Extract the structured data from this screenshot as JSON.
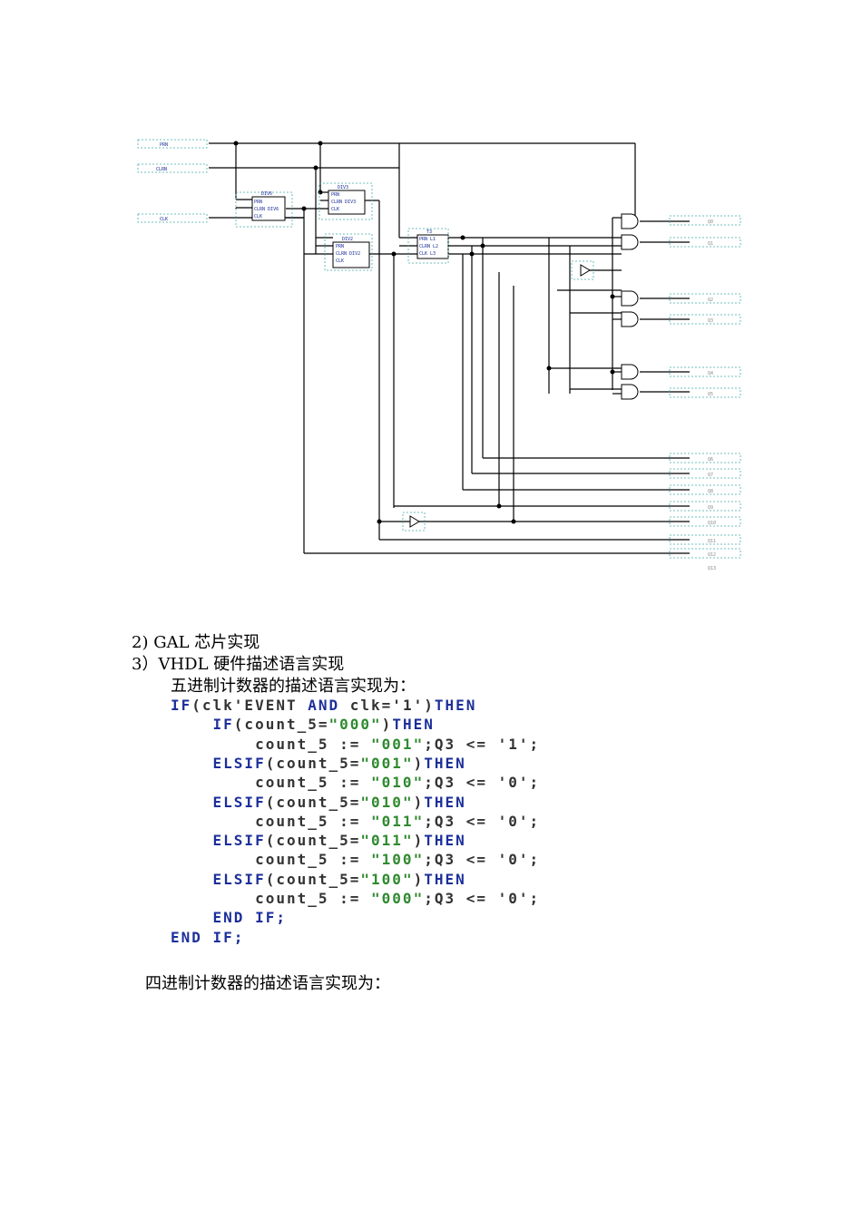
{
  "schematic": {
    "inputs": [
      "PRN",
      "CLRN",
      "CLK"
    ],
    "blocks": [
      "DIV6",
      "DIV3",
      "DIV2",
      "T3"
    ],
    "block_pins": {
      "DIV6": [
        "PRN",
        "CLRN DIV6",
        "CLK"
      ],
      "DIV3": [
        "PRN",
        "CLRN DIV3",
        "CLK"
      ],
      "DIV2": [
        "PRN",
        "CLRN DIV2",
        "CLK"
      ],
      "T3": [
        "PRN L1",
        "CLRN L2",
        "CLK L3"
      ]
    },
    "outputs": [
      "Q0",
      "Q1",
      "Q2",
      "Q3",
      "Q4",
      "Q5",
      "Q6",
      "Q7",
      "Q8",
      "Q9",
      "Q10",
      "Q11",
      "Q12",
      "Q13"
    ]
  },
  "doc": {
    "item2": "2)  GAL 芯片实现",
    "item3": "3）VHDL 硬件描述语言实现",
    "intro5": "五进制计数器的描述语言实现为：",
    "intro4": "四进制计数器的描述语言实现为："
  },
  "code": [
    [
      {
        "t": "IF",
        "c": "kw"
      },
      {
        "t": "(clk'EVENT ",
        "c": "pl"
      },
      {
        "t": "AND",
        "c": "kw"
      },
      {
        "t": " clk='1')",
        "c": "pl"
      },
      {
        "t": "THEN",
        "c": "kw"
      }
    ],
    [
      {
        "t": "    ",
        "c": "pl"
      },
      {
        "t": "IF",
        "c": "kw"
      },
      {
        "t": "(count_5=",
        "c": "pl"
      },
      {
        "t": "\"000\"",
        "c": "st"
      },
      {
        "t": ")",
        "c": "pl"
      },
      {
        "t": "THEN",
        "c": "kw"
      }
    ],
    [
      {
        "t": "        count_5 := ",
        "c": "pl"
      },
      {
        "t": "\"001\"",
        "c": "st"
      },
      {
        "t": ";Q3 <= '1';",
        "c": "pl"
      }
    ],
    [
      {
        "t": "    ",
        "c": "pl"
      },
      {
        "t": "ELSIF",
        "c": "kw"
      },
      {
        "t": "(count_5=",
        "c": "pl"
      },
      {
        "t": "\"001\"",
        "c": "st"
      },
      {
        "t": ")",
        "c": "pl"
      },
      {
        "t": "THEN",
        "c": "kw"
      }
    ],
    [
      {
        "t": "        count_5 := ",
        "c": "pl"
      },
      {
        "t": "\"010\"",
        "c": "st"
      },
      {
        "t": ";Q3 <= '0';",
        "c": "pl"
      }
    ],
    [
      {
        "t": "    ",
        "c": "pl"
      },
      {
        "t": "ELSIF",
        "c": "kw"
      },
      {
        "t": "(count_5=",
        "c": "pl"
      },
      {
        "t": "\"010\"",
        "c": "st"
      },
      {
        "t": ")",
        "c": "pl"
      },
      {
        "t": "THEN",
        "c": "kw"
      }
    ],
    [
      {
        "t": "        count_5 := ",
        "c": "pl"
      },
      {
        "t": "\"011\"",
        "c": "st"
      },
      {
        "t": ";Q3 <= '0';",
        "c": "pl"
      }
    ],
    [
      {
        "t": "    ",
        "c": "pl"
      },
      {
        "t": "ELSIF",
        "c": "kw"
      },
      {
        "t": "(count_5=",
        "c": "pl"
      },
      {
        "t": "\"011\"",
        "c": "st"
      },
      {
        "t": ")",
        "c": "pl"
      },
      {
        "t": "THEN",
        "c": "kw"
      }
    ],
    [
      {
        "t": "        count_5 := ",
        "c": "pl"
      },
      {
        "t": "\"100\"",
        "c": "st"
      },
      {
        "t": ";Q3 <= '0';",
        "c": "pl"
      }
    ],
    [
      {
        "t": "    ",
        "c": "pl"
      },
      {
        "t": "ELSIF",
        "c": "kw"
      },
      {
        "t": "(count_5=",
        "c": "pl"
      },
      {
        "t": "\"100\"",
        "c": "st"
      },
      {
        "t": ")",
        "c": "pl"
      },
      {
        "t": "THEN",
        "c": "kw"
      }
    ],
    [
      {
        "t": "        count_5 := ",
        "c": "pl"
      },
      {
        "t": "\"000\"",
        "c": "st"
      },
      {
        "t": ";Q3 <= '0';",
        "c": "pl"
      }
    ],
    [
      {
        "t": "    ",
        "c": "pl"
      },
      {
        "t": "END IF;",
        "c": "kw"
      }
    ],
    [
      {
        "t": "END IF;",
        "c": "kw"
      }
    ]
  ]
}
